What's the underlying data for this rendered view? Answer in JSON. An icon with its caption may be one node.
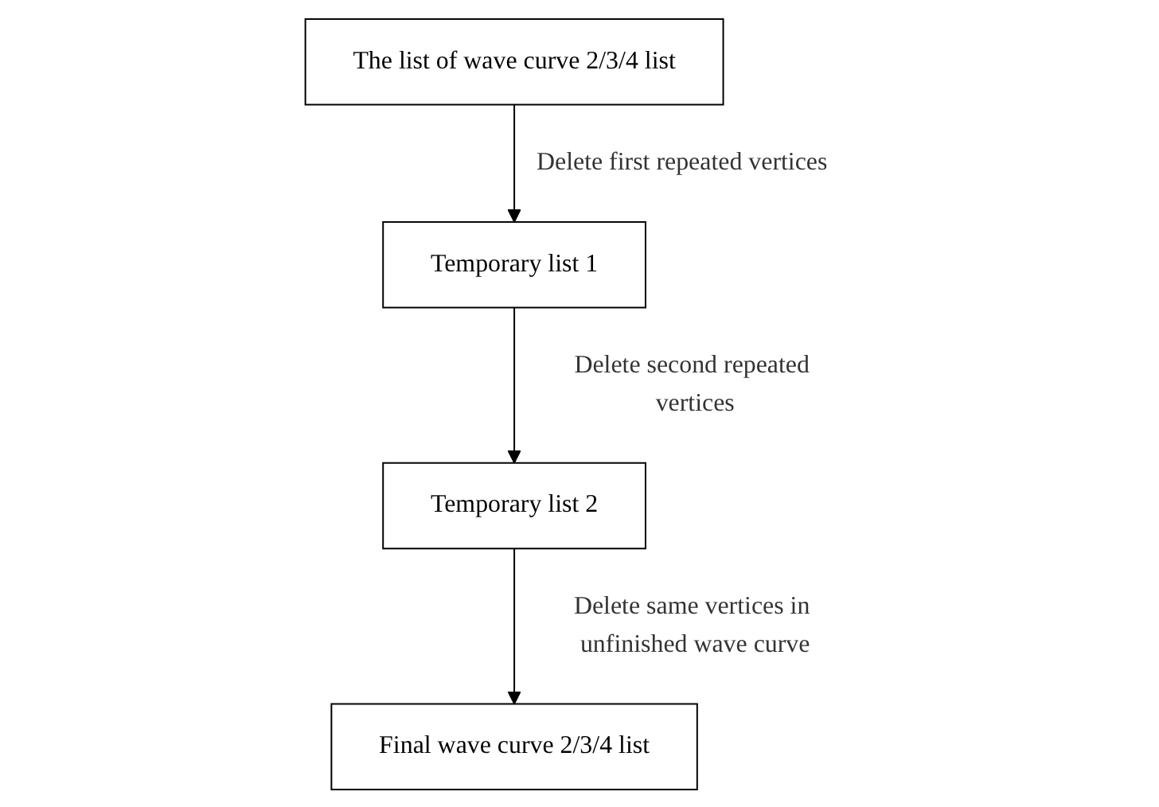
{
  "diagram": {
    "nodes": [
      {
        "text": [
          "The list of wave curve 2/3/4 list"
        ]
      },
      {
        "text": [
          "Temporary list 1"
        ]
      },
      {
        "text": [
          "Temporary list 2"
        ]
      },
      {
        "text": [
          "Final wave curve 2/3/4 list"
        ]
      }
    ],
    "edges": [
      {
        "from": 0,
        "to": 1,
        "arrow": "to",
        "label": "Delete first repeated vertices"
      },
      {
        "from": 1,
        "to": 2,
        "arrow": "to",
        "label": "Delete second repeated vertices"
      },
      {
        "from": 2,
        "to": 3,
        "arrow": "to",
        "label": "Delete same vertices in unfinished wave curve"
      }
    ]
  }
}
